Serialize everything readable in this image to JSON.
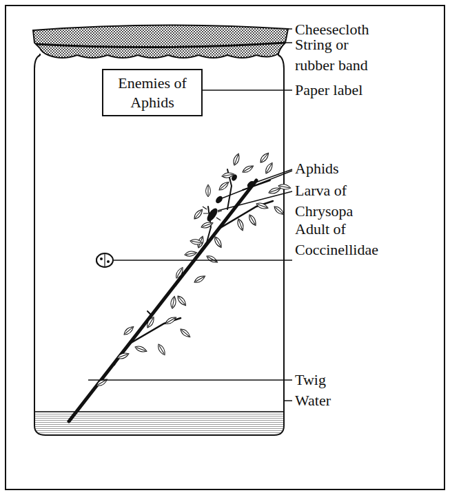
{
  "diagram": {
    "nodes": [
      {
        "text": [
          "Enemies of Aphids"
        ]
      }
    ],
    "labels": [
      "Cheesecloth",
      "String or rubber band",
      "Paper label",
      "Aphids",
      "Larva of Chrysopa",
      "Adult of Coccinellidae",
      "Twig",
      "Water"
    ]
  }
}
